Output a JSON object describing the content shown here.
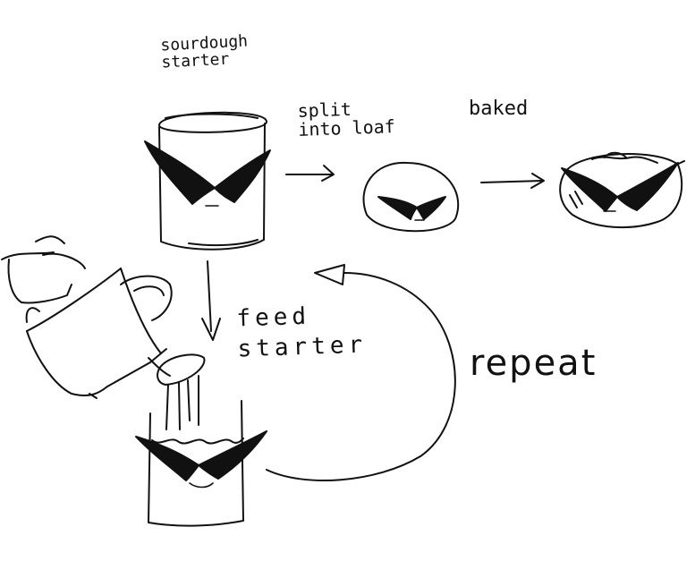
{
  "labels": {
    "starter": "sourdough\nstarter",
    "split": "split\ninto loaf",
    "baked": "baked",
    "feed": "feed\nstarter",
    "repeat": "repeat"
  },
  "colors": {
    "ink": "#111111",
    "background": "#ffffff"
  },
  "icons": [
    "jar-icon",
    "loaf-icon",
    "baked-loaf-icon",
    "pitcher-icon",
    "sunglasses-icon"
  ]
}
